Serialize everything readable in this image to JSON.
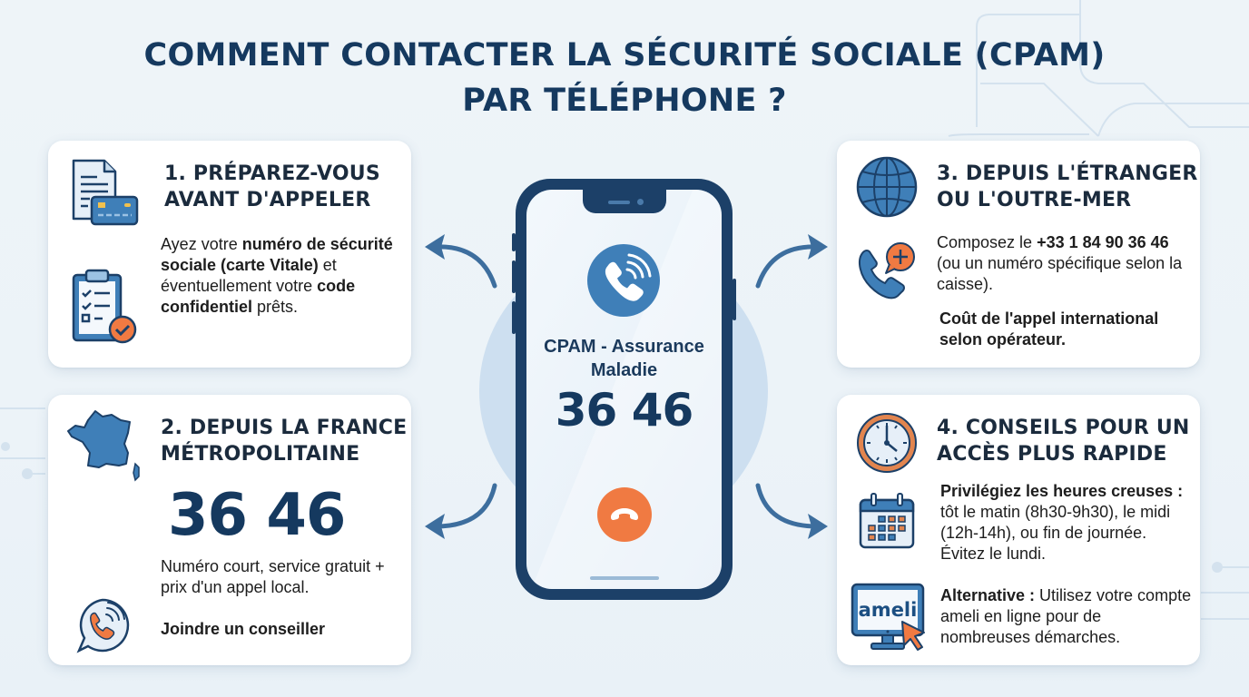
{
  "title": {
    "line1": "COMMENT CONTACTER LA SÉCURITÉ SOCIALE (CPAM)",
    "line2": "PAR TÉLÉPHONE ?"
  },
  "colors": {
    "navy": "#15395f",
    "blue": "#3f7fb8",
    "orange": "#f07a42",
    "background": "#eef4f8",
    "card": "#ffffff"
  },
  "phone": {
    "caller_name": "CPAM - Assurance Maladie",
    "number": "36 46",
    "icons": [
      "phone-ringing-icon",
      "hang-up-icon"
    ]
  },
  "cards": [
    {
      "id": "prepare",
      "title_line1": "1. PRÉPAREZ-VOUS",
      "title_line2": "AVANT D'APPELER",
      "icons": [
        "document-card-icon",
        "checklist-icon"
      ],
      "text": {
        "p1": "Ayez votre ",
        "b1": "numéro de sécurité sociale (carte Vitale)",
        "p2": " et éventuellement votre ",
        "b2": "code confidentiel",
        "p3": " prêts."
      }
    },
    {
      "id": "france",
      "title_line1": "2. DEPUIS LA FRANCE",
      "title_line2": "MÉTROPOLITAINE",
      "icons": [
        "france-map-icon",
        "phone-chat-icon"
      ],
      "number": "36 46",
      "text": "Numéro court, service gratuit + prix d'un appel local.",
      "cta": "Joindre un conseiller"
    },
    {
      "id": "abroad",
      "title_line1": "3. DEPUIS L'ÉTRANGER",
      "title_line2": "OU L'OUTRE-MER",
      "icons": [
        "globe-icon",
        "phone-plus-icon"
      ],
      "text": {
        "p1": "Composez le ",
        "b1": "+33 1 84 90 36 46",
        "p2": " (ou un numéro spécifique selon la caisse)."
      },
      "note": "Coût de l'appel international selon opérateur."
    },
    {
      "id": "tips",
      "title_line1": "4. CONSEILS POUR UN",
      "title_line2": "ACCÈS PLUS RAPIDE",
      "icons": [
        "clock-icon",
        "calendar-icon",
        "ameli-computer-icon"
      ],
      "tip1": {
        "b": "Privilégiez les heures creuses :",
        "p": " tôt le matin (8h30-9h30), le midi (12h-14h), ou fin de journée. Évitez le lundi."
      },
      "tip2": {
        "b": "Alternative :",
        "p": " Utilisez votre compte ameli en ligne pour de nombreuses démarches."
      },
      "ameli_label": "ameli"
    }
  ]
}
